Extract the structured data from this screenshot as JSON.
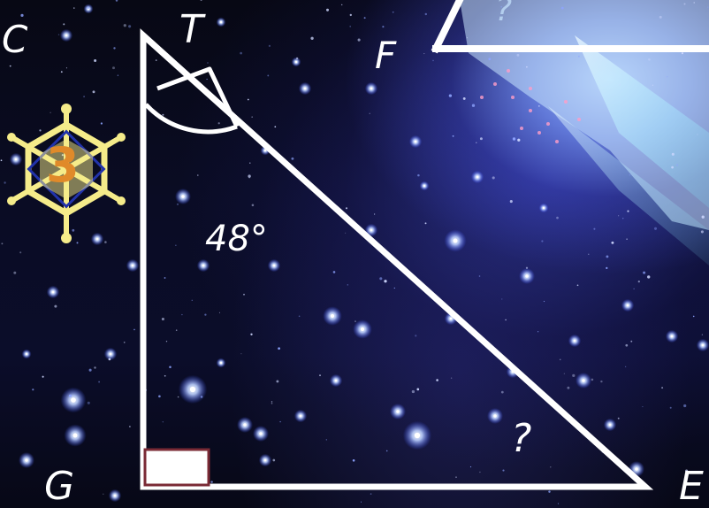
{
  "diagram": {
    "vertex_labels": {
      "top": "T",
      "right": "E",
      "bottom_left": "G",
      "upper_left": "C",
      "upper_mid": "F"
    },
    "angle_at_top": "48°",
    "unknown_angle_marker": "?",
    "partial_triangle_marker": "?",
    "badge": {
      "number": "3",
      "icon": "snowflake-badge-icon"
    },
    "colors": {
      "lines": "#ffffff",
      "right_angle_border": "#7a2a35",
      "badge_gold": "#f5ec8a",
      "badge_number": "#e08a2a"
    }
  }
}
